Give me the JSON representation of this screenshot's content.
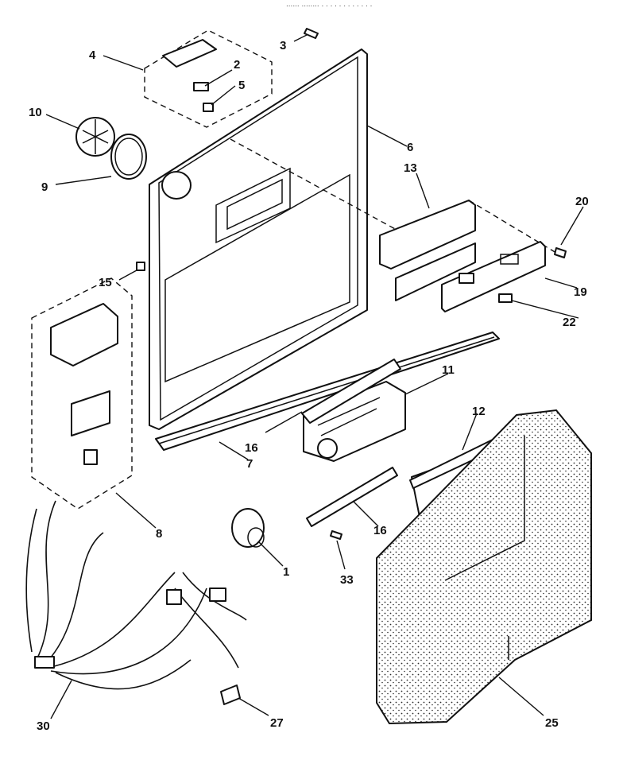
{
  "header_fragment": "...... ........ . . . . .   . . . . . . .",
  "callouts": {
    "c1": "1",
    "c2": "2",
    "c3": "3",
    "c4": "4",
    "c5": "5",
    "c6": "6",
    "c7": "7",
    "c8": "8",
    "c9": "9",
    "c10": "10",
    "c11": "11",
    "c12": "12",
    "c13": "13",
    "c15": "15",
    "c16a": "16",
    "c16b": "16",
    "c19": "19",
    "c20": "20",
    "c22": "22",
    "c25": "25",
    "c27": "27",
    "c30": "30",
    "c33": "33"
  },
  "colors": {
    "ink": "#111111",
    "paper": "#ffffff",
    "stipple": "#2b2b2b"
  }
}
